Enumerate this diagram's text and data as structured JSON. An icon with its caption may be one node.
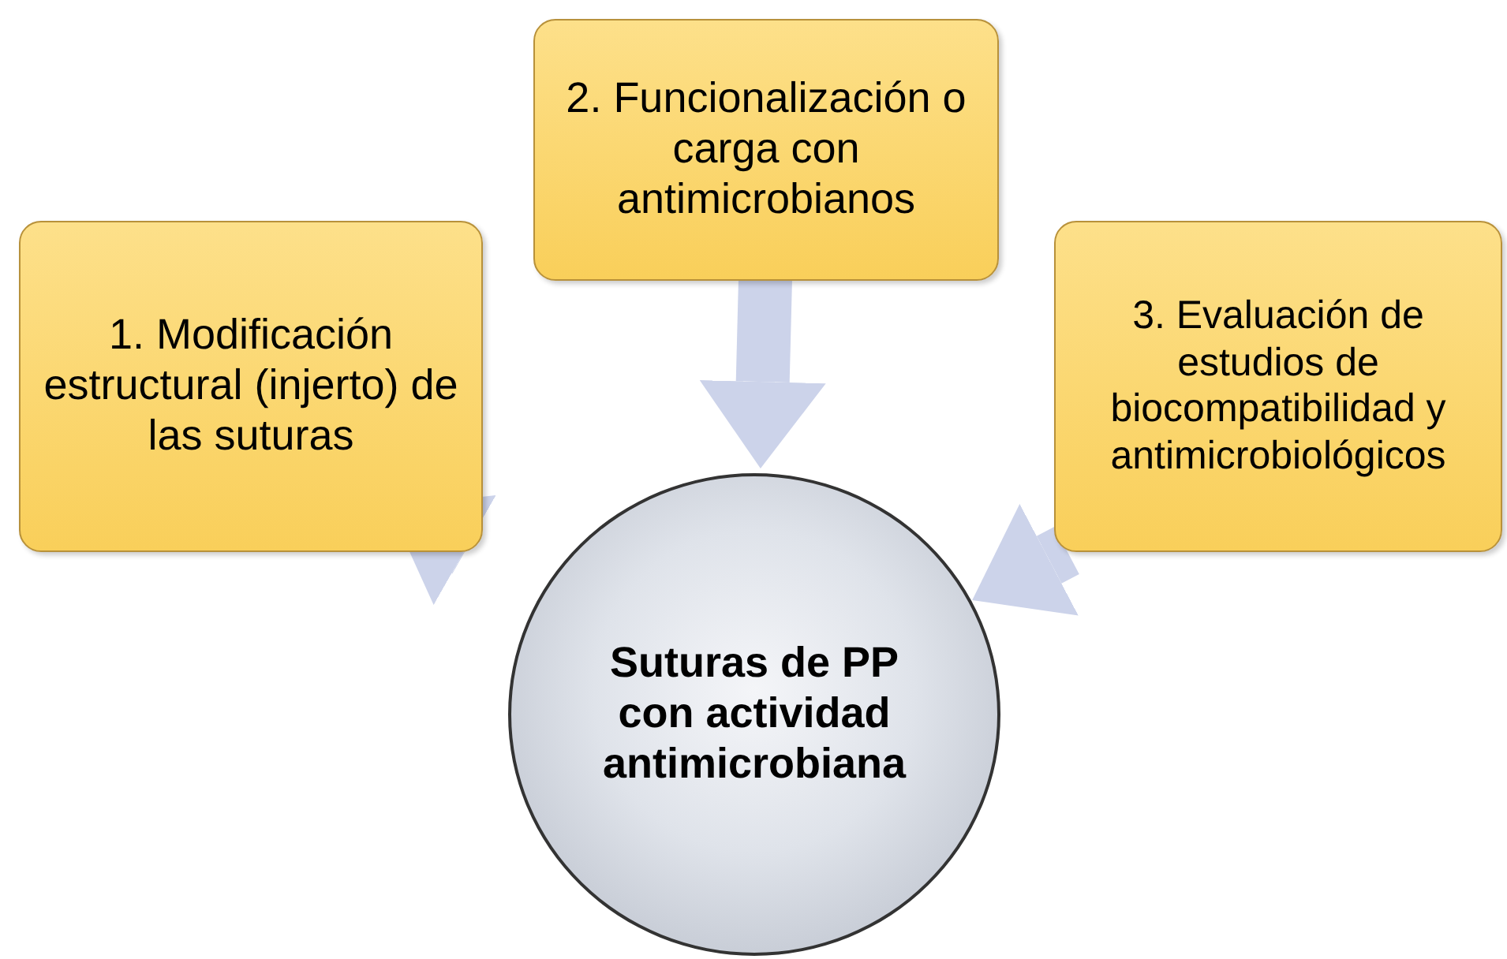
{
  "diagram": {
    "nodes": [
      {
        "text": [
          "1. Modificación estructural (injerto) de las suturas"
        ]
      },
      {
        "text": [
          "2. Funcionalización o carga con antimicrobianos"
        ]
      },
      {
        "text": [
          "3. Evaluación de estudios de biocompatibilidad y antimicrobiológicos"
        ]
      },
      {
        "text": [
          "Suturas de PP con actividad antimicrobiana"
        ]
      }
    ],
    "edges": [
      {
        "from": 0,
        "to": 3,
        "arrow": "to"
      },
      {
        "from": 1,
        "to": 3,
        "arrow": "to"
      },
      {
        "from": 2,
        "to": 3,
        "arrow": "to"
      }
    ]
  }
}
